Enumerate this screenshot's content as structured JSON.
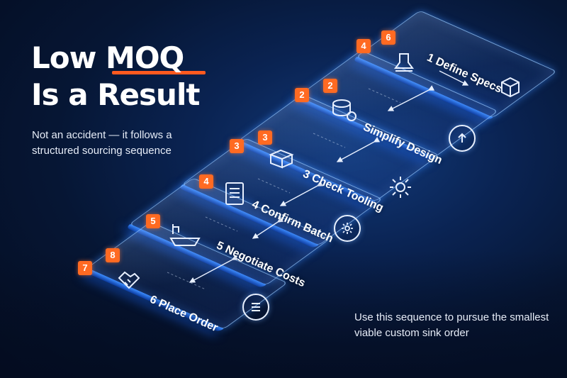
{
  "headline": {
    "line1": "Low MOQ",
    "line2": "Is a Result"
  },
  "subtitle": "Not an accident — it follows a structured sourcing sequence",
  "cta": "Use this sequence to pursue the smallest viable custom sink order",
  "colors": {
    "accent": "#ff6a22",
    "glass_border": "#96c8ff",
    "background": "#06122b"
  },
  "steps": [
    {
      "label": "1 Define Specs",
      "badge_front": "6",
      "badge_back": "4",
      "icon_left": "range-hood-icon",
      "icon_right": "box-icon"
    },
    {
      "label": "Simplify Design",
      "badge_front": "2",
      "badge_back": "2",
      "icon_left": "database-icon",
      "icon_right": "upload-icon"
    },
    {
      "label": "3 Check Tooling",
      "badge_front": "3",
      "badge_back": "3",
      "icon_left": "cube-icon",
      "icon_right": "gear-icon"
    },
    {
      "label": "4 Confirm Batch",
      "badge_front": "4",
      "icon_left": "document-icon",
      "icon_right": "settings-icon"
    },
    {
      "label": "5 Negotiate Costs",
      "badge_front": "5",
      "icon_left": "sink-icon"
    },
    {
      "label": "6 Place Order",
      "badge_front": "8",
      "badge_back": "7",
      "icon_left": "handshake-icon",
      "icon_right": "list-icon"
    }
  ]
}
